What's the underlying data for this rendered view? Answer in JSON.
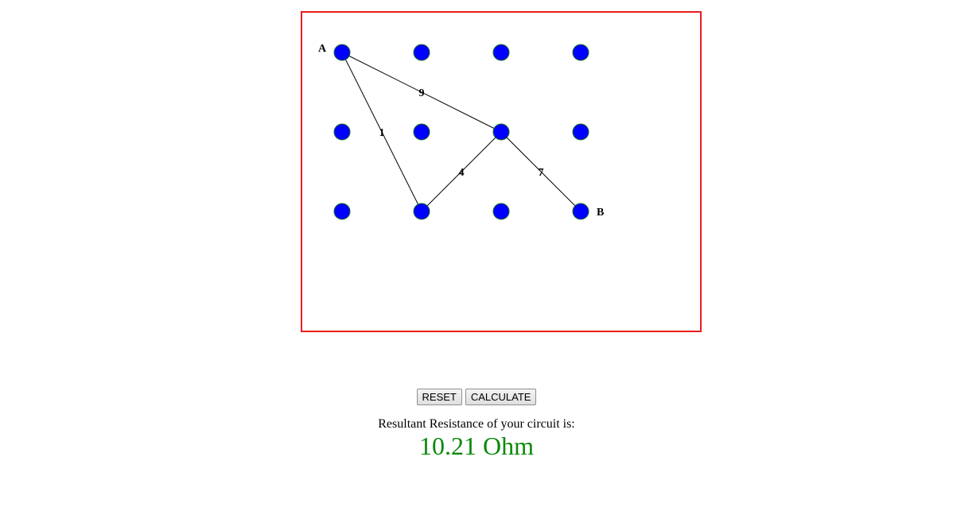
{
  "circuit": {
    "terminals": {
      "start": "A",
      "end": "B"
    },
    "grid": {
      "rows": 3,
      "columns": 4
    },
    "connections": [
      {
        "from": [
          0,
          0
        ],
        "to": [
          1,
          2
        ],
        "resistance": "9"
      },
      {
        "from": [
          0,
          0
        ],
        "to": [
          2,
          1
        ],
        "resistance": "1"
      },
      {
        "from": [
          2,
          1
        ],
        "to": [
          1,
          2
        ],
        "resistance": "4"
      },
      {
        "from": [
          1,
          2
        ],
        "to": [
          2,
          3
        ],
        "resistance": "7"
      }
    ],
    "colors": {
      "node": "#0000ff",
      "border": "#ee1c1c",
      "wire": "#000000"
    }
  },
  "controls": {
    "reset_label": "RESET",
    "calculate_label": "CALCULATE"
  },
  "result": {
    "caption": "Resultant Resistance of your circuit is:",
    "value": "10.21",
    "unit": "Ohm",
    "color": "#0a8a0a"
  }
}
